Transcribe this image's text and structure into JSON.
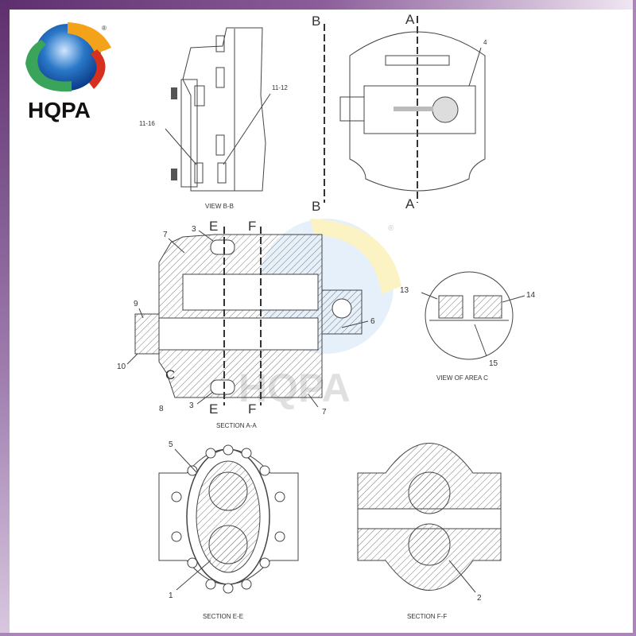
{
  "brand": {
    "name": "HQPA",
    "registered": "®",
    "watermark": "HQPA"
  },
  "colors": {
    "frame": "#6b3a7c",
    "logo_blue": "#2a78c8",
    "logo_green": "#3aa55a",
    "logo_orange": "#f08a1e",
    "logo_red": "#d8301e",
    "logo_yellow": "#f4d21a"
  },
  "views": {
    "view_bb": {
      "caption": "VIEW B-B",
      "labels": [
        "11-16",
        "11-12"
      ]
    },
    "top_right": {
      "section_marks": [
        "B",
        "B",
        "A",
        "A"
      ],
      "labels": [
        "4"
      ]
    },
    "section_aa": {
      "caption": "SECTION A-A",
      "section_marks": [
        "E",
        "F",
        "E",
        "F",
        "C"
      ],
      "labels": [
        "7",
        "3",
        "9",
        "10",
        "8",
        "3",
        "7",
        "6"
      ]
    },
    "area_c": {
      "caption": "VIEW OF AREA C",
      "labels": [
        "13",
        "14",
        "15"
      ]
    },
    "section_ee": {
      "caption": "SECTION E-E",
      "labels": [
        "5",
        "1"
      ]
    },
    "section_ff": {
      "caption": "SECTION F-F",
      "labels": [
        "2"
      ]
    }
  }
}
